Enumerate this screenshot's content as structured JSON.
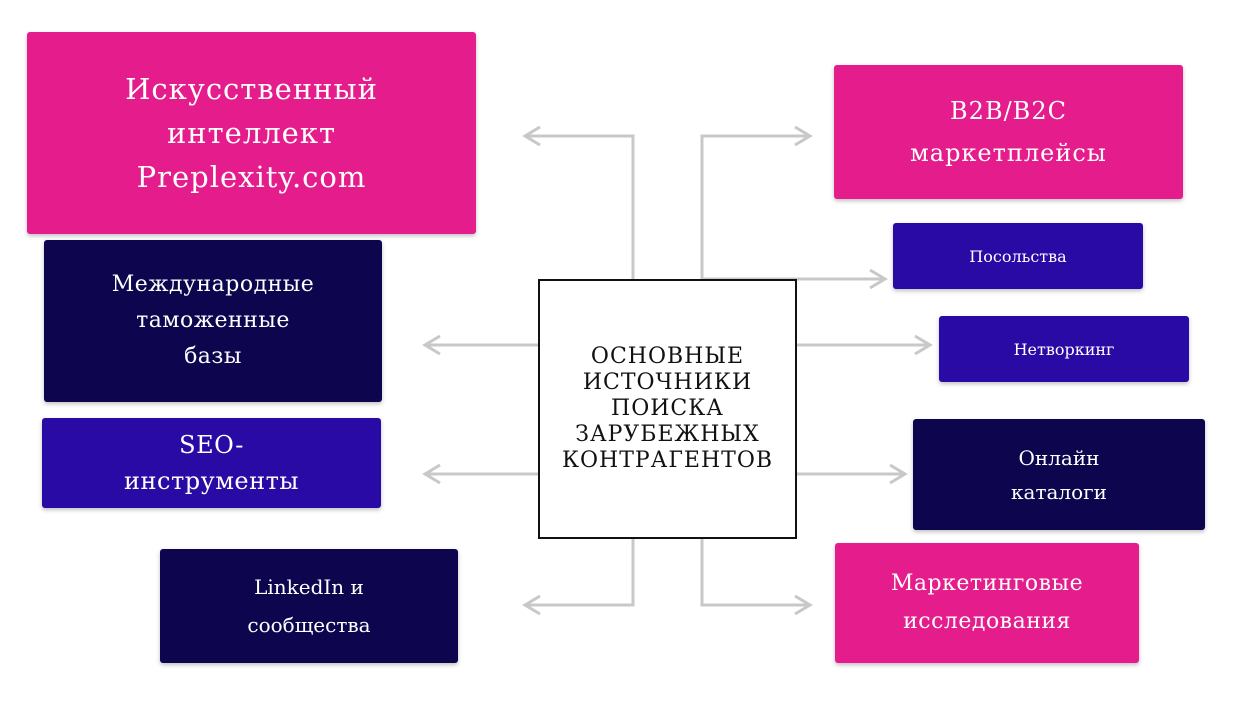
{
  "center": {
    "label": "ОСНОВНЫЕ\nИСТОЧНИКИ\nПОИСКА\nЗАРУБЕЖНЫХ\nКОНТРАГЕНТОВ"
  },
  "left_sources": [
    {
      "label": "Искусственный\nинтеллект\nPreplexity.com",
      "color": "#e41c8c"
    },
    {
      "label": "Международные\nтаможенные\nбазы",
      "color": "#0d064e"
    },
    {
      "label": "SEO-\nинструменты",
      "color": "#2a0aa4"
    },
    {
      "label": "LinkedIn и\nсообщества",
      "color": "#0d064e"
    }
  ],
  "right_sources": [
    {
      "label": "B2B/B2C\nмаркетплейсы",
      "color": "#e41c8c"
    },
    {
      "label": "Посольства",
      "color": "#2a0aa4"
    },
    {
      "label": "Нетворкинг",
      "color": "#2a0aa4"
    },
    {
      "label": "Онлайн\nкаталоги",
      "color": "#0d064e"
    },
    {
      "label": "Маркетинговые\nисследования",
      "color": "#e41c8c"
    }
  ],
  "connector_color": "#c8c8c8"
}
